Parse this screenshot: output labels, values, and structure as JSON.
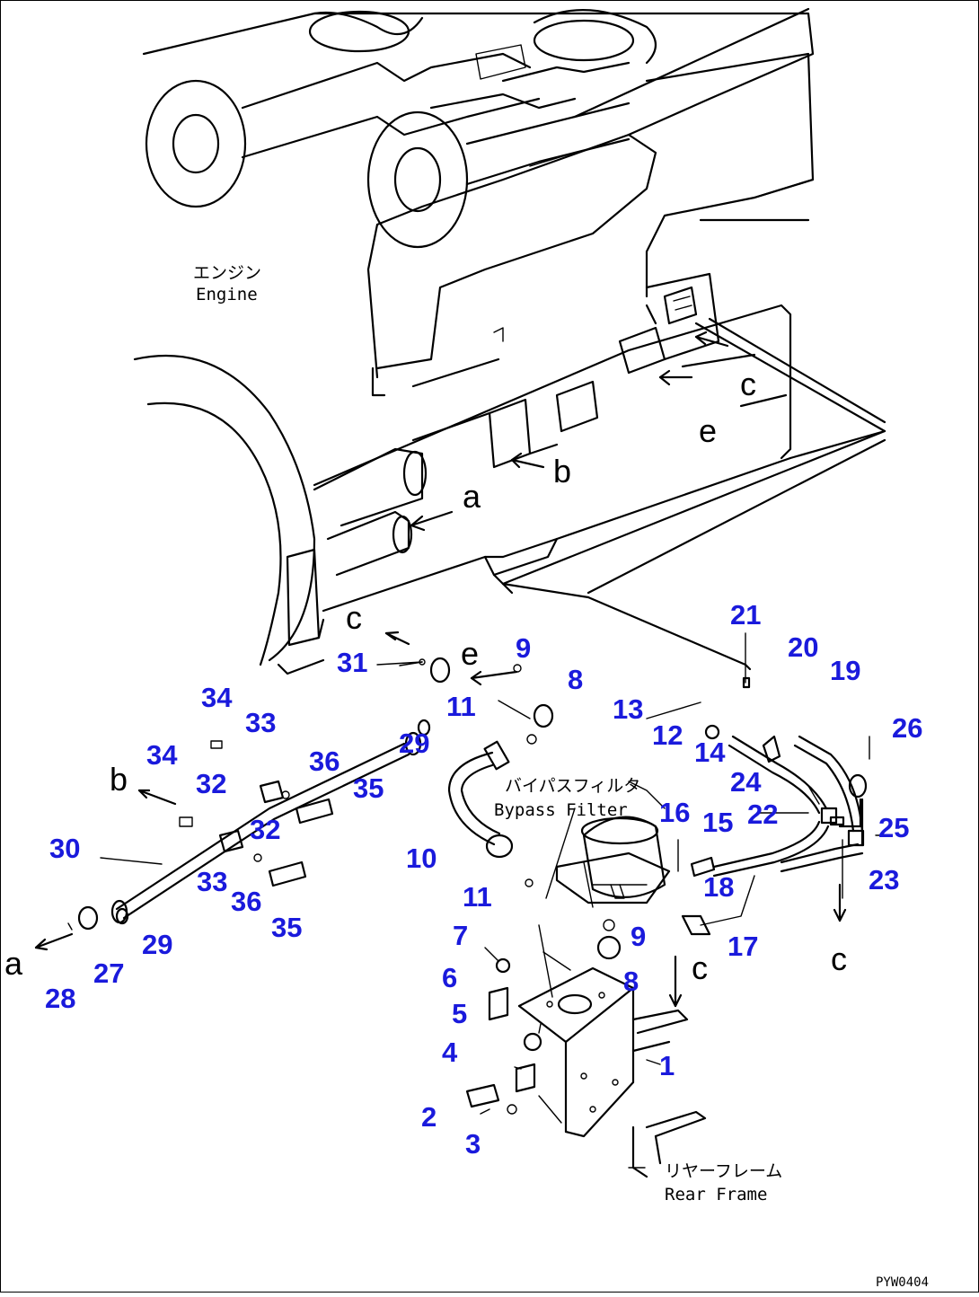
{
  "colors": {
    "callout": "#1a1adc",
    "line": "#000000",
    "background": "#ffffff"
  },
  "labels": {
    "engine_jp": "エンジン",
    "engine_en": "Engine",
    "filter_jp": "バイパスフィルタ",
    "filter_en": "Bypass Filter",
    "frame_jp": "リヤーフレーム",
    "frame_en": "Rear Frame"
  },
  "refs": {
    "a": "a",
    "b": "b",
    "c": "c",
    "e": "e"
  },
  "drawing_code": "PYW0404",
  "parts": [
    "1",
    "2",
    "3",
    "4",
    "5",
    "6",
    "7",
    "8",
    "8",
    "9",
    "9",
    "10",
    "11",
    "11",
    "12",
    "13",
    "14",
    "15",
    "16",
    "17",
    "18",
    "19",
    "20",
    "21",
    "22",
    "23",
    "24",
    "25",
    "26",
    "27",
    "28",
    "29",
    "29",
    "30",
    "31",
    "32",
    "32",
    "33",
    "33",
    "34",
    "34",
    "35",
    "35",
    "36",
    "36"
  ]
}
